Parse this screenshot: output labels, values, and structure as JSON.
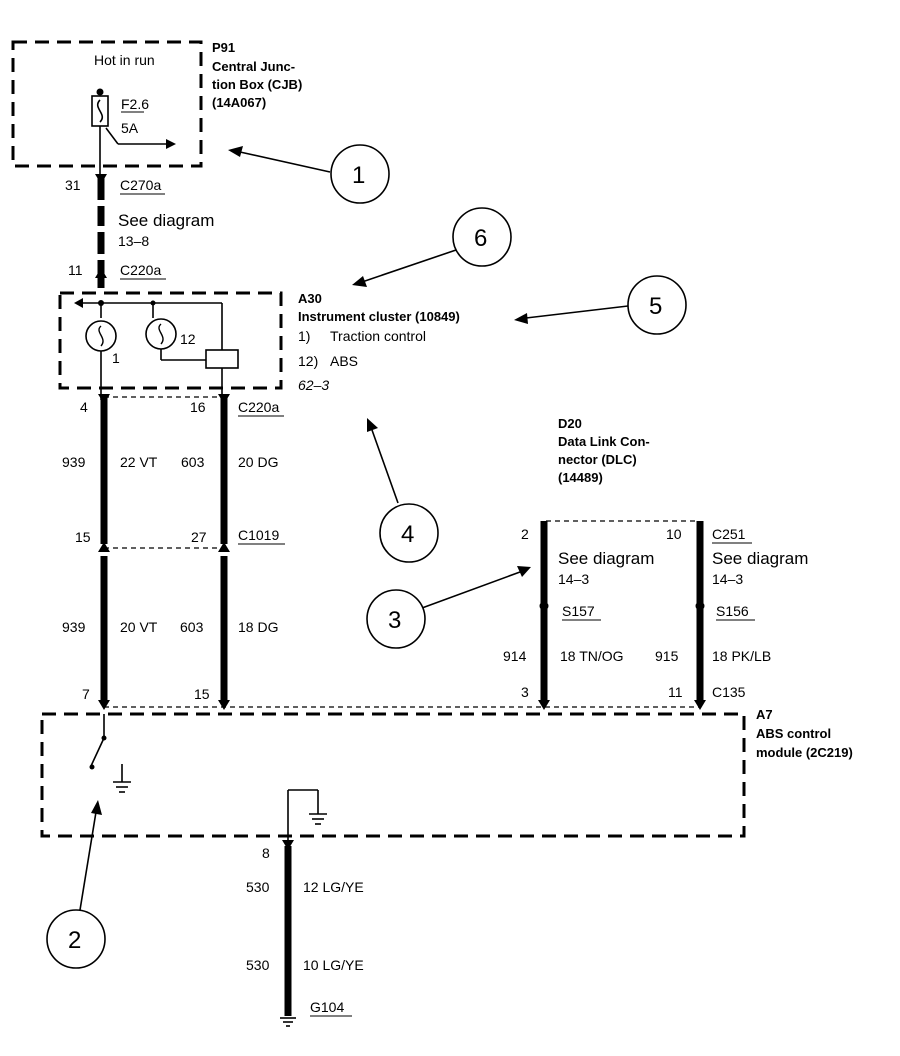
{
  "cjb": {
    "id": "P91",
    "name_line1": "Central Junc-",
    "name_line2": "tion Box (CJB)",
    "part": "(14A067)",
    "hot_in_run": "Hot in run",
    "fuse_id": "F2.6",
    "fuse_rating": "5A"
  },
  "c270a": {
    "pin": "31",
    "name": "C270a"
  },
  "see_13_8": {
    "text": "See diagram",
    "ref": "13–8"
  },
  "c220a_top": {
    "pin": "11",
    "name": "C220a"
  },
  "cluster": {
    "id": "A30",
    "name": "Instrument cluster (10849)",
    "item1_num": "1)",
    "item1_text": "Traction control",
    "item12_num": "12)",
    "item12_text": "ABS",
    "ref": "62–3",
    "lamp1_label": "1",
    "lamp12_label": "12"
  },
  "c220a_bottom": {
    "pin_left": "4",
    "pin_right": "16",
    "name": "C220a"
  },
  "upper_wires": {
    "left_circuit": "939",
    "left_spec": "22 VT",
    "right_circuit": "603",
    "right_spec": "20 DG"
  },
  "c1019": {
    "pin_left": "15",
    "pin_right": "27",
    "name": "C1019"
  },
  "lower_wires": {
    "left_circuit": "939",
    "left_spec": "20 VT",
    "right_circuit": "603",
    "right_spec": "18 DG"
  },
  "abs_connector": {
    "pin_left": "7",
    "pin_right": "15"
  },
  "dlc": {
    "id": "D20",
    "name_line1": "Data Link Con-",
    "name_line2": "nector (DLC)",
    "part": "(14489)"
  },
  "c251": {
    "pin_left": "2",
    "pin_right": "10",
    "name": "C251"
  },
  "see_14_3_left": {
    "text": "See diagram",
    "ref": "14–3"
  },
  "see_14_3_right": {
    "text": "See diagram",
    "ref": "14–3"
  },
  "s157": {
    "name": "S157"
  },
  "s156": {
    "name": "S156"
  },
  "dlc_wires": {
    "left_circuit": "914",
    "left_spec": "18 TN/OG",
    "right_circuit": "915",
    "right_spec": "18 PK/LB"
  },
  "c135": {
    "pin_left": "3",
    "pin_right": "11",
    "name": "C135"
  },
  "abs_module": {
    "id": "A7",
    "name_line1": "ABS control",
    "name_line2": "module (2C219)"
  },
  "ground_wire": {
    "pin": "8",
    "upper_circuit": "530",
    "upper_spec": "12 LG/YE",
    "lower_circuit": "530",
    "lower_spec": "10 LG/YE",
    "ground_name": "G104"
  },
  "callouts": [
    "1",
    "2",
    "3",
    "4",
    "5",
    "6"
  ]
}
